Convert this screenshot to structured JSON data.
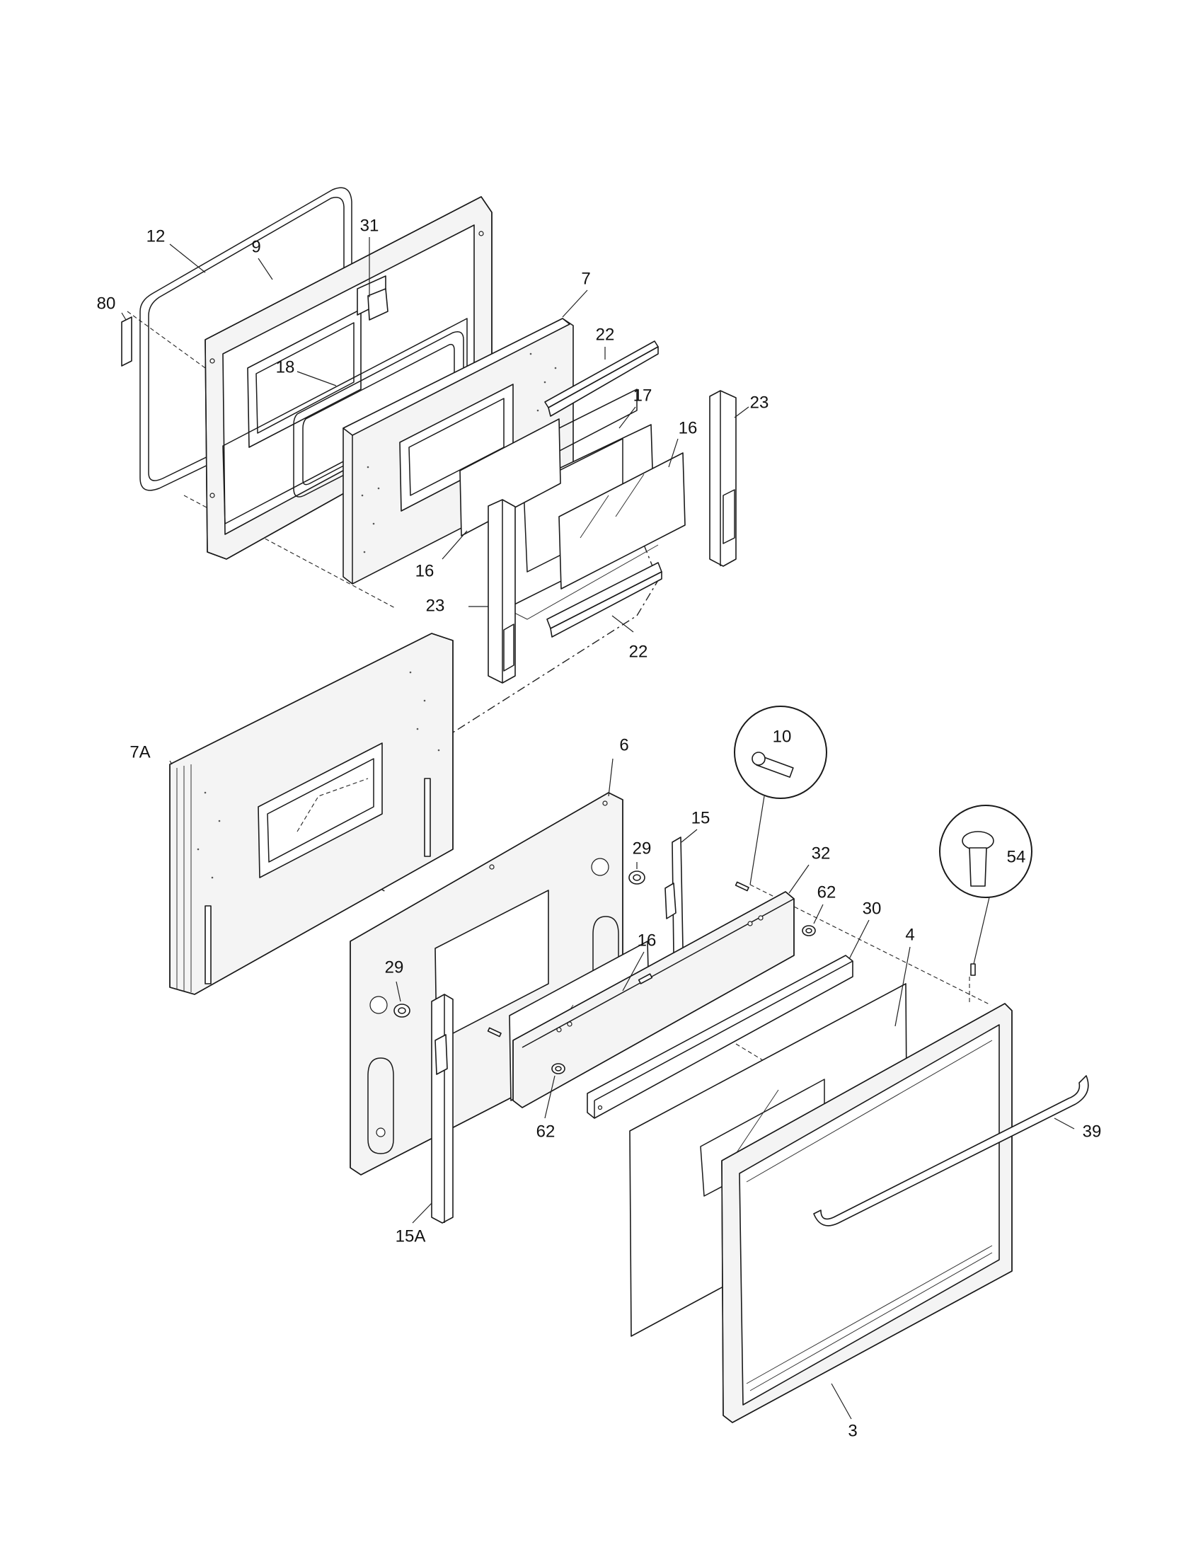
{
  "diagram": {
    "colors": {
      "line": "#1a1a1a",
      "background": "#ffffff"
    },
    "labels": {
      "p12": "12",
      "p31": "31",
      "p9": "9",
      "p80": "80",
      "p7": "7",
      "p18": "18",
      "p22a": "22",
      "p17": "17",
      "p23a": "23",
      "p16a": "16",
      "p16b": "16",
      "p23b": "23",
      "p22b": "22",
      "p7A": "7A",
      "p6": "6",
      "p10": "10",
      "p15": "15",
      "p29a": "29",
      "p32": "32",
      "p54": "54",
      "p62a": "62",
      "p30": "30",
      "p4": "4",
      "p16c": "16",
      "p29b": "29",
      "p62b": "62",
      "p39": "39",
      "p15A": "15A",
      "p3": "3"
    }
  }
}
